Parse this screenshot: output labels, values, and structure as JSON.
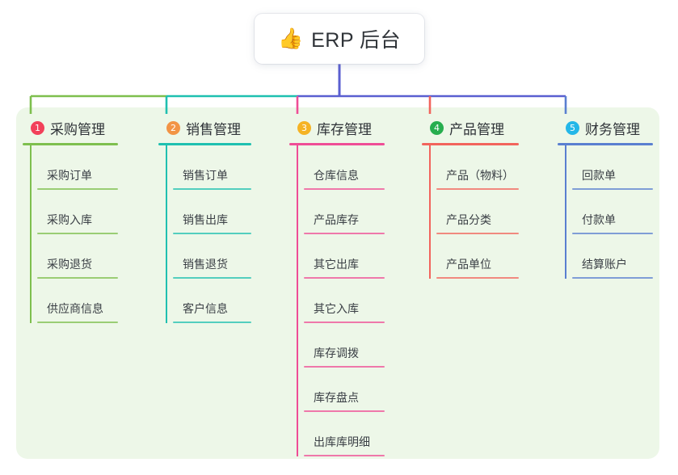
{
  "diagram": {
    "type": "mindmap-tree",
    "background": "#ffffff",
    "panel_color": "#edf7e8",
    "root": {
      "emoji": "👍",
      "emoji_name": "thumbs-up-emoji",
      "title": "ERP 后台"
    },
    "trunk_color": "#5a5fd0",
    "branches": [
      {
        "index": "1",
        "title": "采购管理",
        "badge_color": "#f2415a",
        "line_color": "#7ebf4e",
        "bus_color": "#7ebf4e",
        "children": [
          "采购订单",
          "采购入库",
          "采购退货",
          "供应商信息"
        ]
      },
      {
        "index": "2",
        "title": "销售管理",
        "badge_color": "#f29445",
        "line_color": "#1fc0b0",
        "bus_color": "#1fc0b0",
        "children": [
          "销售订单",
          "销售出库",
          "销售退货",
          "客户信息"
        ]
      },
      {
        "index": "3",
        "title": "库存管理",
        "badge_color": "#f5b324",
        "line_color": "#ef4d96",
        "bus_color": "#5a5fd0",
        "children": [
          "仓库信息",
          "产品库存",
          "其它出库",
          "其它入库",
          "库存调拨",
          "库存盘点",
          "出库库明细"
        ]
      },
      {
        "index": "4",
        "title": "产品管理",
        "badge_color": "#27ae4f",
        "line_color": "#f2645c",
        "bus_color": "#5a5fd0",
        "children": [
          "产品（物料）",
          "产品分类",
          "产品单位"
        ]
      },
      {
        "index": "5",
        "title": "财务管理",
        "badge_color": "#24b7e8",
        "line_color": "#5a7fd0",
        "bus_color": "#5a5fd0",
        "children": [
          "回款单",
          "付款单",
          "结算账户"
        ]
      }
    ]
  }
}
